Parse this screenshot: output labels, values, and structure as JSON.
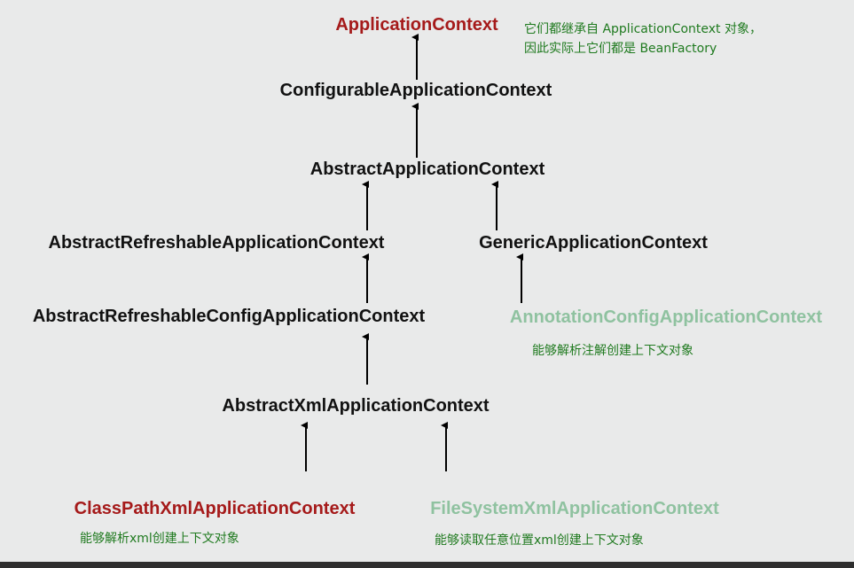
{
  "nodes": {
    "application_context": "ApplicationContext",
    "configurable_application_context": "ConfigurableApplicationContext",
    "abstract_application_context": "AbstractApplicationContext",
    "abstract_refreshable_application_context": "AbstractRefreshableApplicationContext",
    "generic_application_context": "GenericApplicationContext",
    "abstract_refreshable_config_application_context": "AbstractRefreshableConfigApplicationContext",
    "annotation_config_application_context": "AnnotationConfigApplicationContext",
    "abstract_xml_application_context": "AbstractXmlApplicationContext",
    "class_path_xml_application_context": "ClassPathXmlApplicationContext",
    "file_system_xml_application_context": "FileSystemXmlApplicationContext"
  },
  "notes": {
    "top_line1": "它们都继承自 ApplicationContext 对象，",
    "top_line2": "因此实际上它们都是 BeanFactory",
    "annotation": "能够解析注解创建上下文对象",
    "classpath": "能够解析xml创建上下文对象",
    "filesystem": "能够读取任意位置xml创建上下文对象"
  },
  "colors": {
    "background": "#e9eaea",
    "frame": "#2e2e2e",
    "text_default": "#111111",
    "highlight_red": "#a51a1a",
    "highlight_green": "#8fc2a0",
    "note_green": "#1f7a1f",
    "arrow": "#000000"
  }
}
